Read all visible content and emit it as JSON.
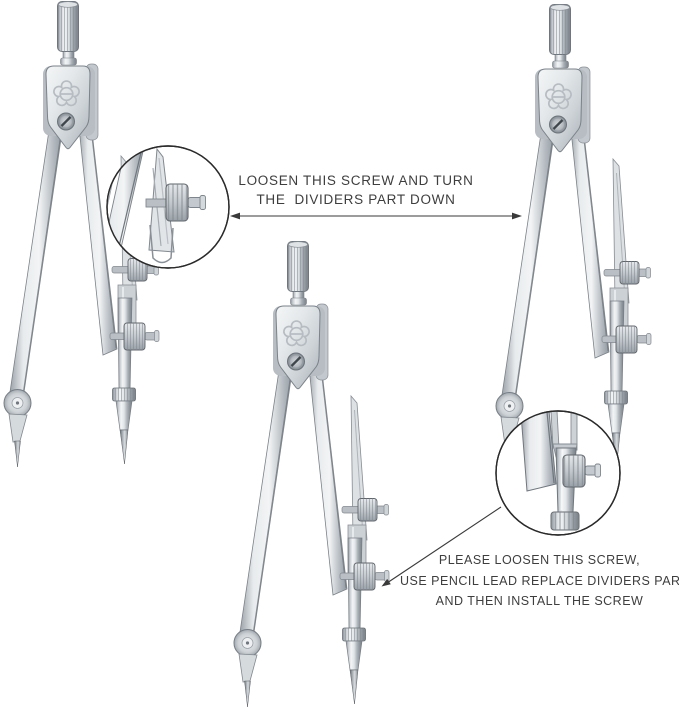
{
  "annotations": {
    "top_note": {
      "line1": "LOOSEN THIS SCREW AND TURN",
      "line2": "THE  DIVIDERS PART DOWN"
    },
    "bottom_note": {
      "line1": "PLEASE LOOSEN THIS SCREW,",
      "line2": "USE PENCIL LEAD REPLACE DIVIDERS PART",
      "line3": "AND THEN INSTALL THE SCREW"
    }
  },
  "colors": {
    "background": "#ffffff",
    "text": "#3e3e3e",
    "arrow": "#3a3a3a",
    "callout_border": "#2b2b2b",
    "metal_light": "#f4f5f6",
    "metal_mid": "#c7ccd1",
    "metal_dark": "#868d94"
  }
}
